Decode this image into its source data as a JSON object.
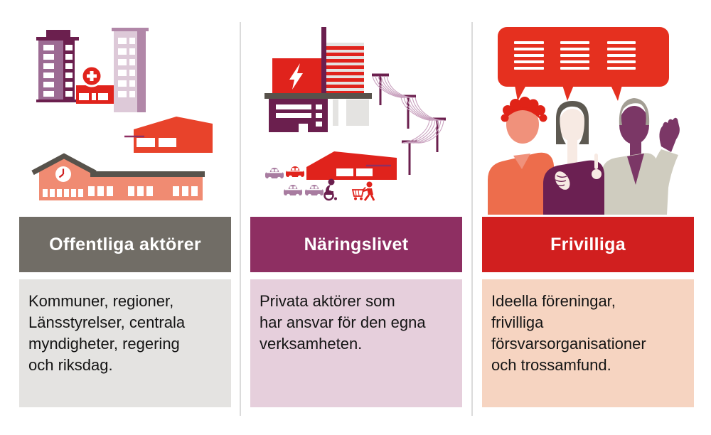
{
  "columns": [
    {
      "id": "offentliga-aktorer",
      "header": "Offentliga aktörer",
      "body": "Kommuner, regioner,\nLänsstyrelser, centrala\nmyndigheter, regering\noch riksdag.",
      "header_bg": "#716d66",
      "header_text_color": "#ffffff",
      "body_bg": "#e4e3e1",
      "illustration": "public buildings: apartment towers, hospital with red cross, warehouse, school with clock"
    },
    {
      "id": "naringslivet",
      "header": "Näringslivet",
      "body": "Privata aktörer som\nhar ansvar för den egna\nverksamheten.",
      "header_bg": "#8e2f62",
      "header_text_color": "#ffffff",
      "body_bg": "#e6cfdc",
      "illustration": "industry: power plant with lightning bolt, striped office, factory, power lines, cars, store, wheelchair user, shopping cart"
    },
    {
      "id": "frivilliga",
      "header": "Frivilliga",
      "body": "Ideella föreningar,\nfrivilliga\nförsvarsorganisationer\noch trossamfund.",
      "header_bg": "#d11f1f",
      "header_text_color": "#ffffff",
      "body_bg": "#f6d4c1",
      "illustration": "three people talking under a shared red speech bubble"
    }
  ],
  "palette": {
    "red": "#e0231c",
    "orange_red": "#e8432b",
    "bubble_red": "#e5301f",
    "plum": "#6b1f4e",
    "magenta": "#8e2f62",
    "mauve": "#a87ca0",
    "tower_mauve": "#9c6b93",
    "light_lilac": "#ddc9d8",
    "lilac_accent": "#b187a8",
    "salmon": "#f08b72",
    "orange_shirt": "#ed6d4c",
    "skin_pale": "#f7eae3",
    "face_plum": "#7b3766",
    "hair_gray": "#a39e94",
    "hair_dark": "#5d5951",
    "beige": "#cfccbf",
    "taupe": "#57524b",
    "light_gray": "#e4e3e1",
    "wire": "#c9a2bf",
    "divider": "#dbdbdb"
  }
}
